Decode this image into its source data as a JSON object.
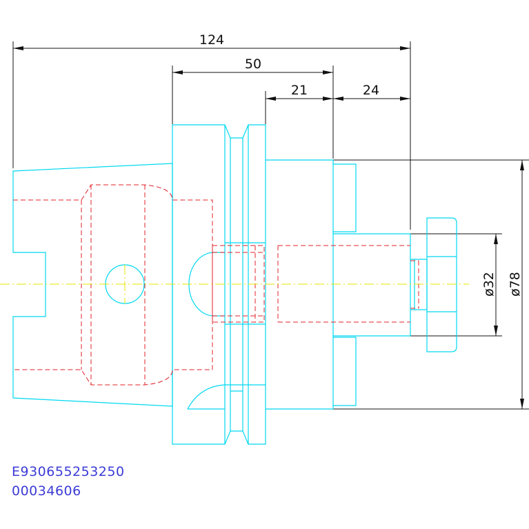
{
  "drawing": {
    "dimensions": {
      "overall_length": "124",
      "flange_length": "50",
      "collar_length": "21",
      "nose_length": "24",
      "inner_diameter": "ø32",
      "outer_diameter": "ø78"
    },
    "codes": {
      "part_number": "E930655253250",
      "order_number": "00034606"
    },
    "colors": {
      "outline": "#00d8f0",
      "hidden": "#e0202a",
      "centerline": "#e6e600",
      "dimension": "#111111",
      "code_text": "#3b3bd6"
    }
  }
}
